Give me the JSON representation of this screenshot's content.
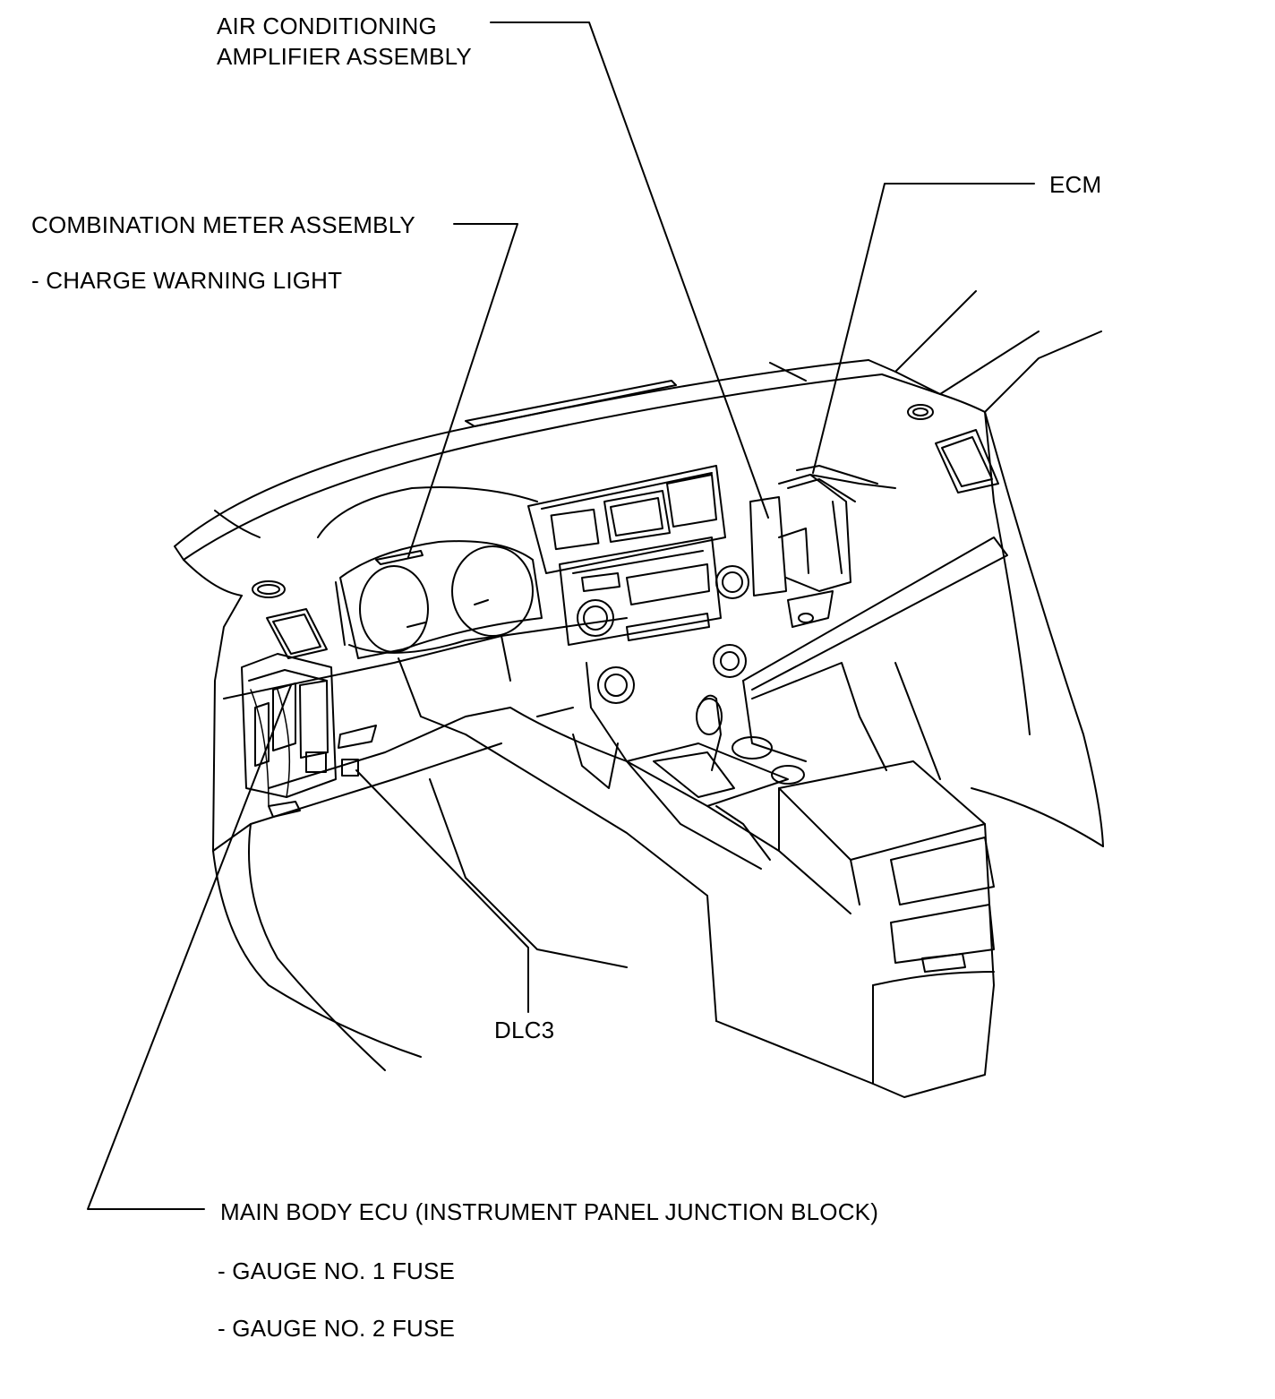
{
  "labels": {
    "air_conditioning_line1": "AIR CONDITIONING",
    "air_conditioning_line2": "AMPLIFIER ASSEMBLY",
    "ecm": "ECM",
    "combination_meter": "COMBINATION METER ASSEMBLY",
    "charge_warning_light": "- CHARGE WARNING LIGHT",
    "dlc3": "DLC3",
    "main_body_ecu": "MAIN BODY ECU (INSTRUMENT PANEL JUNCTION BLOCK)",
    "gauge_no1_fuse": "- GAUGE NO. 1 FUSE",
    "gauge_no2_fuse": "- GAUGE NO. 2 FUSE"
  }
}
